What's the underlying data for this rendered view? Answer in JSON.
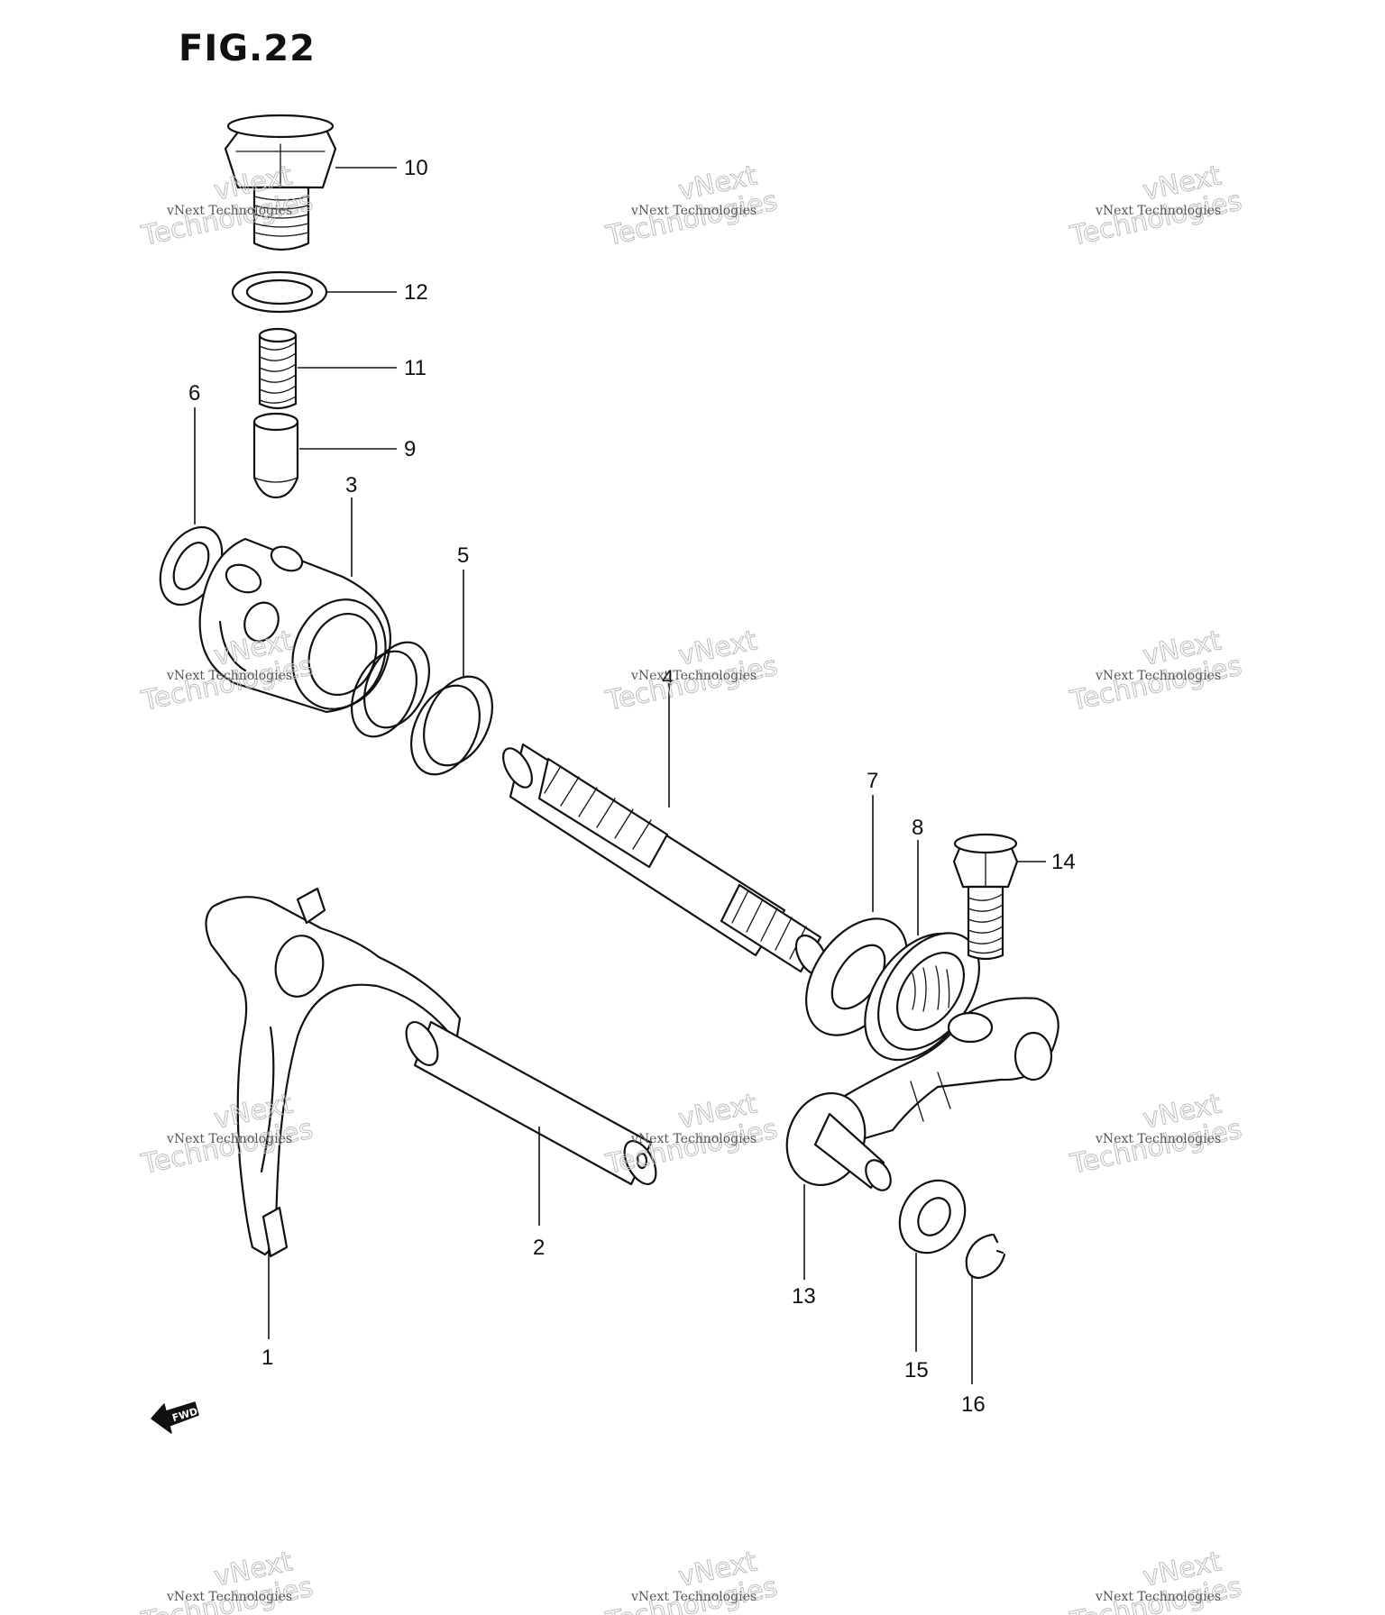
{
  "figure": {
    "title": "FIG.22"
  },
  "direction_marker": {
    "label": "FWD",
    "icon": "fwd-arrow-icon"
  },
  "callouts": [
    {
      "id": "c10",
      "label": "10"
    },
    {
      "id": "c12",
      "label": "12"
    },
    {
      "id": "c11",
      "label": "11"
    },
    {
      "id": "c9",
      "label": "9"
    },
    {
      "id": "c6",
      "label": "6"
    },
    {
      "id": "c3",
      "label": "3"
    },
    {
      "id": "c5",
      "label": "5"
    },
    {
      "id": "c4",
      "label": "4"
    },
    {
      "id": "c7",
      "label": "7"
    },
    {
      "id": "c8",
      "label": "8"
    },
    {
      "id": "c14",
      "label": "14"
    },
    {
      "id": "c2",
      "label": "2"
    },
    {
      "id": "c1",
      "label": "1"
    },
    {
      "id": "c13",
      "label": "13"
    },
    {
      "id": "c15",
      "label": "15"
    },
    {
      "id": "c16",
      "label": "16"
    }
  ],
  "watermark": {
    "line1": "vNext Technologies",
    "line2": "Technologies",
    "line3": "vNext"
  }
}
